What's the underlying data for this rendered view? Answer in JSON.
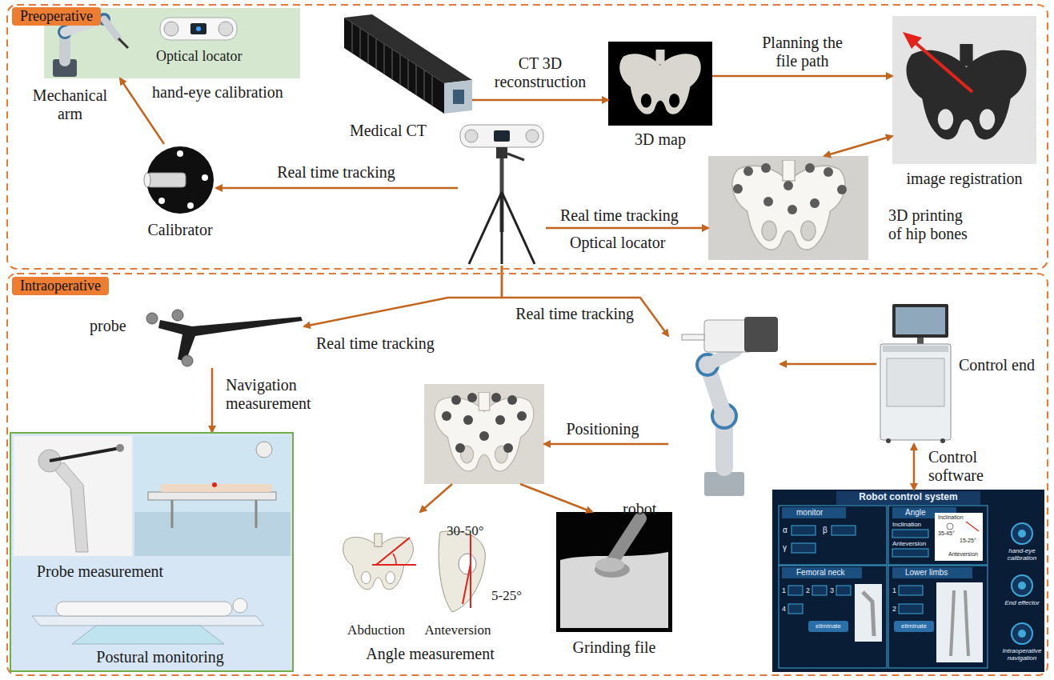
{
  "diagram": {
    "nodes": [
      {
        "text": [
          "Preoperative"
        ]
      },
      {
        "text": [
          "Optical locator",
          "Mechanical arm"
        ],
        "in": 0
      },
      {
        "text": [
          "Medical CT"
        ],
        "in": 0
      },
      {
        "text": [
          "3D map"
        ],
        "in": 0
      },
      {
        "text": [
          "image registration"
        ],
        "in": 0
      },
      {
        "text": [
          "Calibrator"
        ],
        "in": 0
      },
      {
        "text": [
          "Optical locator"
        ],
        "in": 0
      },
      {
        "text": [
          "3D printing of hip bones"
        ],
        "in": 0
      },
      {
        "text": [
          "Intraoperative"
        ]
      },
      {
        "text": [
          "probe"
        ],
        "in": 8
      },
      {
        "text": [
          "Probe measurement",
          "Postural monitoring"
        ],
        "in": 8
      },
      {
        "text": [],
        "in": 8
      },
      {
        "text": [
          "30-50°",
          "5-25°",
          "Abduction",
          "Anteversion",
          "Angle measurement"
        ],
        "in": 8
      },
      {
        "text": [
          "Grinding file"
        ],
        "in": 8
      },
      {
        "text": [
          "robot"
        ],
        "in": 8
      },
      {
        "text": [
          "Control end"
        ],
        "in": 8
      },
      {
        "text": [
          "Robot control system",
          "monitor",
          "Angle",
          "α",
          "β",
          "γ",
          "Inclination",
          "Anteversion",
          "Inclination",
          "35-45°",
          "15-25°",
          "Anteversion",
          "Femoral neck",
          "Lower limbs",
          "1",
          "2",
          "3",
          "4",
          "eliminate",
          "1",
          "2",
          "eliminate",
          "hand-eye calibration",
          "End effector",
          "Intraoperative navigation"
        ],
        "in": 8
      }
    ],
    "edges": [
      {
        "from": 5,
        "to": 1,
        "label": "hand-eye calibration",
        "arrow": "to"
      },
      {
        "from": 2,
        "to": 3,
        "label": "CT 3D reconstruction",
        "arrow": "to"
      },
      {
        "from": 3,
        "to": 4,
        "label": "Planning the file path",
        "arrow": "to"
      },
      {
        "from": 6,
        "to": 5,
        "label": "Real time tracking",
        "arrow": "to"
      },
      {
        "from": 6,
        "to": 7,
        "label": "Real time tracking",
        "arrow": "to"
      },
      {
        "from": 7,
        "to": 4,
        "arrow": "both"
      },
      {
        "from": 6,
        "to": 9,
        "label": "Real time tracking",
        "arrow": "to"
      },
      {
        "from": 6,
        "to": 14,
        "label": "Real time tracking",
        "arrow": "to"
      },
      {
        "from": 9,
        "to": 10,
        "label": "Navigation measurement",
        "arrow": "to"
      },
      {
        "from": 15,
        "to": 14,
        "arrow": "to"
      },
      {
        "from": 14,
        "to": 11,
        "label": "Positioning",
        "arrow": "to"
      },
      {
        "from": 11,
        "to": 12,
        "arrow": "to"
      },
      {
        "from": 11,
        "to": 13,
        "arrow": "to"
      },
      {
        "from": 15,
        "to": 16,
        "label": "Control software",
        "arrow": "both"
      }
    ]
  }
}
